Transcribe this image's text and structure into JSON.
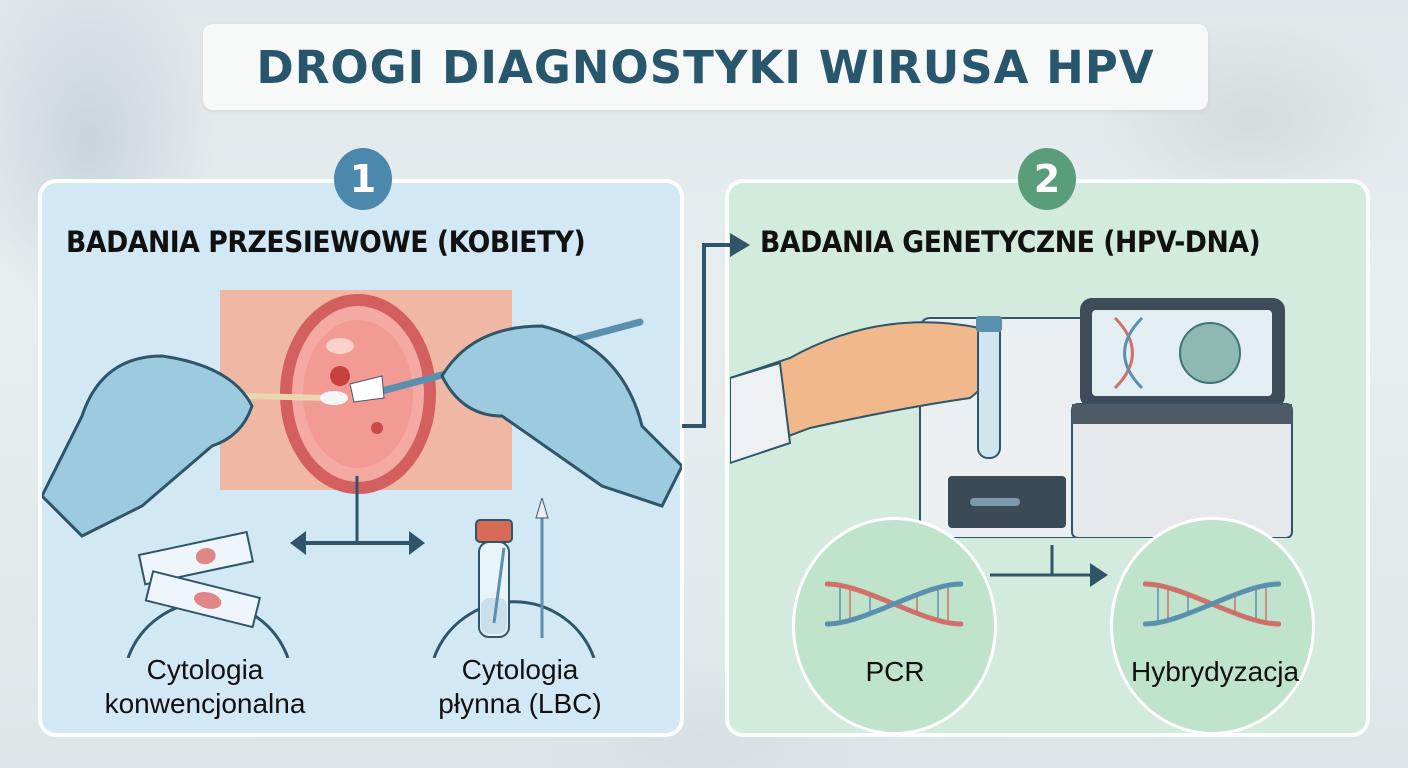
{
  "title": "DROGI DIAGNOSTYKI WIRUSA HPV",
  "panels": [
    {
      "number": "1",
      "heading": "BADANIA PRZESIEWOWE (KOBIETY)",
      "color": "#4c88ac",
      "background": "#d3e8f5",
      "methods": [
        {
          "label_line1": "Cytologia",
          "label_line2": "konwencjonalna",
          "icon": "glass-slides-icon"
        },
        {
          "label_line1": "Cytologia",
          "label_line2": "płynna (LBC)",
          "icon": "sample-vial-brush-icon"
        }
      ],
      "illustration": "gloved-hands-sample-collection"
    },
    {
      "number": "2",
      "heading": "BADANIA GENETYCZNE (HPV-DNA)",
      "color": "#5a9d7a",
      "background": "#d2ebdc",
      "methods": [
        {
          "label": "PCR",
          "icon": "dna-helix-icon"
        },
        {
          "label": "Hybrydyzacja",
          "icon": "dna-helix-icon"
        }
      ],
      "illustration": "hand-test-tube-lab-analyzer"
    }
  ],
  "colors": {
    "title_text": "#27566d",
    "connector": "#2f5568",
    "dna_red": "#d0706a",
    "dna_blue": "#5b8fae"
  }
}
